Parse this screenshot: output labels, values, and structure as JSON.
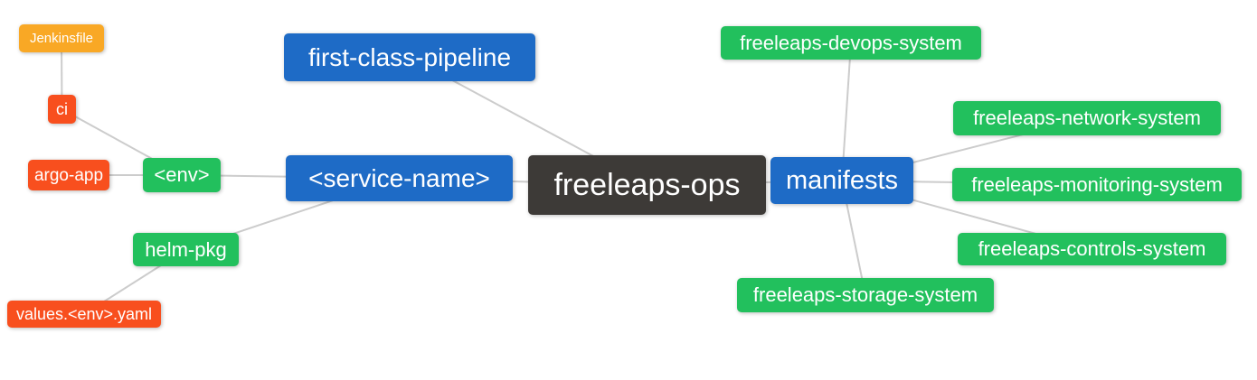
{
  "diagram": {
    "type": "mindmap",
    "title": "freeleaps-ops repository structure mind map",
    "background": "#ffffff",
    "edge_color": "#cccccc",
    "palette": {
      "blue": "#1e6bc6",
      "green": "#22c05d",
      "red": "#f84f1e",
      "orange": "#f9a825",
      "dark": "#3d3a37",
      "text": "#ffffff"
    },
    "nodes": [
      {
        "id": "jenkinsfile",
        "label": "Jenkinsfile",
        "color": "orange"
      },
      {
        "id": "ci",
        "label": "ci",
        "color": "red"
      },
      {
        "id": "argo-app",
        "label": "argo-app",
        "color": "red"
      },
      {
        "id": "env",
        "label": "<env>",
        "color": "green"
      },
      {
        "id": "helm-pkg",
        "label": "helm-pkg",
        "color": "green"
      },
      {
        "id": "values-env-yaml",
        "label": "values.<env>.yaml",
        "color": "red"
      },
      {
        "id": "first-class-pipeline",
        "label": "first-class-pipeline",
        "color": "blue"
      },
      {
        "id": "service-name",
        "label": "<service-name>",
        "color": "blue"
      },
      {
        "id": "freeleaps-ops",
        "label": "freeleaps-ops",
        "color": "dark"
      },
      {
        "id": "manifests",
        "label": "manifests",
        "color": "blue"
      },
      {
        "id": "devops-system",
        "label": "freeleaps-devops-system",
        "color": "green"
      },
      {
        "id": "network-system",
        "label": "freeleaps-network-system",
        "color": "green"
      },
      {
        "id": "monitoring-system",
        "label": "freeleaps-monitoring-system",
        "color": "green"
      },
      {
        "id": "controls-system",
        "label": "freeleaps-controls-system",
        "color": "green"
      },
      {
        "id": "storage-system",
        "label": "freeleaps-storage-system",
        "color": "green"
      }
    ],
    "edges": [
      [
        "jenkinsfile",
        "ci"
      ],
      [
        "ci",
        "env"
      ],
      [
        "argo-app",
        "env"
      ],
      [
        "env",
        "service-name"
      ],
      [
        "helm-pkg",
        "service-name"
      ],
      [
        "values-env-yaml",
        "helm-pkg"
      ],
      [
        "service-name",
        "freeleaps-ops"
      ],
      [
        "first-class-pipeline",
        "freeleaps-ops"
      ],
      [
        "freeleaps-ops",
        "manifests"
      ],
      [
        "manifests",
        "devops-system"
      ],
      [
        "manifests",
        "network-system"
      ],
      [
        "manifests",
        "monitoring-system"
      ],
      [
        "manifests",
        "controls-system"
      ],
      [
        "manifests",
        "storage-system"
      ]
    ]
  }
}
